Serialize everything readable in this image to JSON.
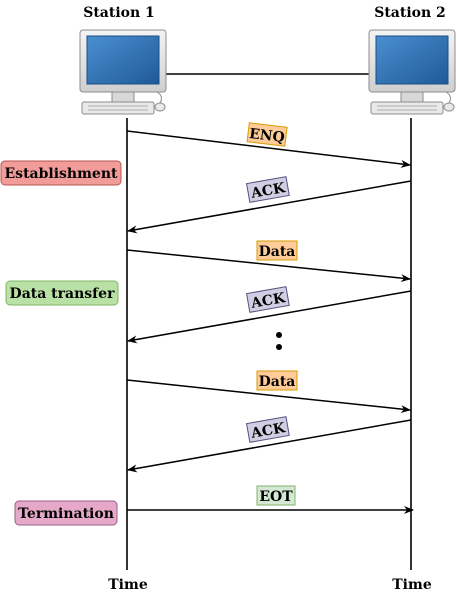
{
  "stations": {
    "left": {
      "label": "Station 1",
      "time_label": "Time",
      "icon": "computer-icon"
    },
    "right": {
      "label": "Station 2",
      "time_label": "Time",
      "icon": "computer-icon"
    }
  },
  "phases": [
    {
      "key": "establishment",
      "label": "Establishment",
      "fill": "#f19c99",
      "stroke": "#b85450"
    },
    {
      "key": "data-transfer",
      "label": "Data transfer",
      "fill": "#b9e0a5",
      "stroke": "#82b366"
    },
    {
      "key": "termination",
      "label": "Termination",
      "fill": "#e6a8c8",
      "stroke": "#996185"
    }
  ],
  "messages": [
    {
      "label": "ENQ",
      "direction": "right",
      "fill": "#ffcc99",
      "stroke": "#d79b00"
    },
    {
      "label": "ACK",
      "direction": "left",
      "fill": "#d0cee2",
      "stroke": "#56517e"
    },
    {
      "label": "Data",
      "direction": "right",
      "fill": "#ffcc99",
      "stroke": "#d79b00"
    },
    {
      "label": "ACK",
      "direction": "left",
      "fill": "#d0cee2",
      "stroke": "#56517e"
    },
    {
      "label": "Data",
      "direction": "right",
      "fill": "#ffcc99",
      "stroke": "#d79b00"
    },
    {
      "label": "ACK",
      "direction": "left",
      "fill": "#d0cee2",
      "stroke": "#56517e"
    },
    {
      "label": "EOT",
      "direction": "right",
      "fill": "#d5e8d4",
      "stroke": "#82b366"
    }
  ],
  "ellipsis": "•\n•",
  "colors": {
    "line": "#000000",
    "screen": "#2f6fae",
    "monitor": "#e6e6e6"
  }
}
